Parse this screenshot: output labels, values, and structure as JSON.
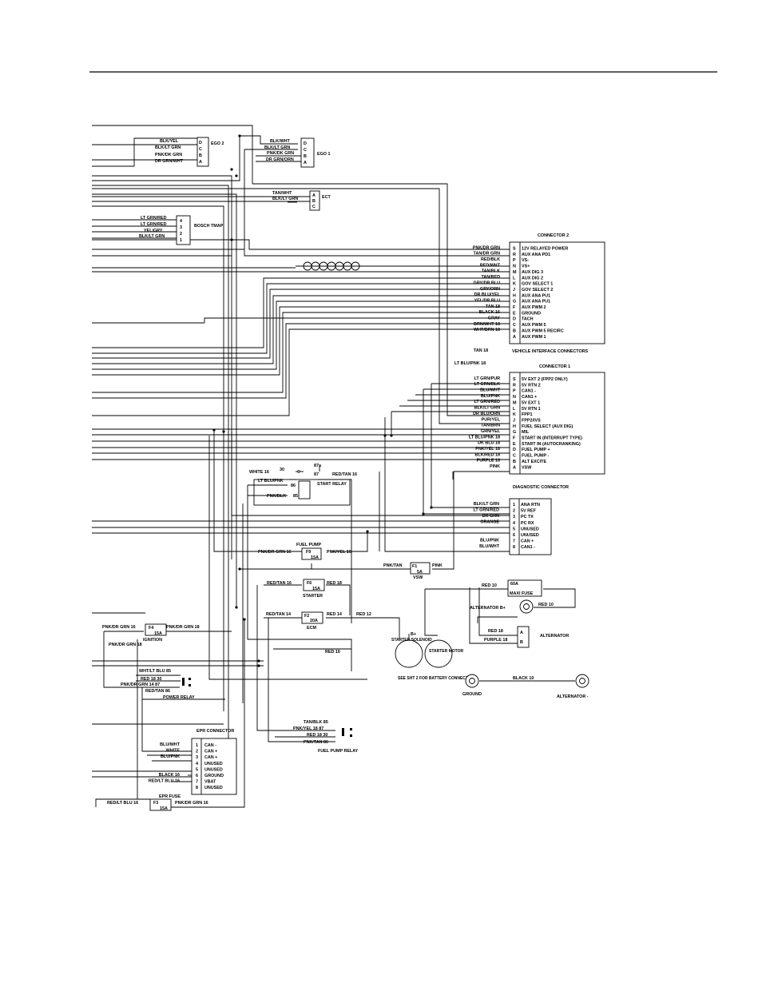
{
  "ego2": {
    "pins": [
      "D",
      "C",
      "B",
      "A"
    ],
    "wires": [
      "BLK/YEL",
      "BLK/LT GRN",
      "PNK/DK GRN",
      "DR GRN/WHT"
    ],
    "title": "EGO 2"
  },
  "ego1": {
    "pins": [
      "D",
      "C",
      "B",
      "A"
    ],
    "wires": [
      "BLK/WHT",
      "BLK/LT GRN",
      "PNK/DK GRN",
      "DR GRN/ORN"
    ],
    "title": "EGO 1"
  },
  "ect": {
    "pins": [
      "A",
      "B",
      "C"
    ],
    "wires": [
      "TAN/WHT",
      "BLK/LT GRN"
    ],
    "title": "ECT"
  },
  "tmap": {
    "pins": [
      "4",
      "3",
      "2",
      "1"
    ],
    "wires": [
      "LT GRN/RED",
      "LT GRN/RED",
      "YEL/GRY",
      "BLK/LT GRN"
    ],
    "title": "BOSCH TMAP"
  },
  "connector2": {
    "title": "CONNECTOR 2",
    "pins": [
      "S",
      "R",
      "P",
      "N",
      "M",
      "L",
      "K",
      "J",
      "H",
      "G",
      "F",
      "E",
      "D",
      "C",
      "B",
      "A"
    ],
    "names": [
      "12V RELAYED POWER",
      "AUX ANA PD1",
      "VS-",
      "VS+",
      "AUX DIG 3",
      "AUX DIG 2",
      "GOV SELECT 1",
      "GOV SELECT 2",
      "AUX ANA PU1",
      "AUX ANA PU1",
      "AUX PWM 2",
      "GROUND",
      "TACH",
      "AUX PWM 5",
      "AUX PWM 5 RECIRC",
      "AUX PWM 1"
    ],
    "wires": [
      "PNK/DR GRN",
      "TAN/DR GRN",
      "RED/BLK",
      "RED/WHT",
      "TAN/BLK",
      "TAN/RED",
      "GRY/DR BLU",
      "GRY/ORN",
      "DR BLU/YEL",
      "YEL/DR BLU",
      "TAN 18",
      "BLACK 16",
      "GRAY",
      "BRN/WHT 18",
      "WHT/BRN 18",
      ""
    ],
    "footer": "VEHICLE INTERFACE CONNECTORS",
    "tan18": "TAN 18",
    "ltblu": "LT BLU/PNK 18"
  },
  "connector1": {
    "title": "CONNECTOR 1",
    "pins": [
      "S",
      "R",
      "P",
      "N",
      "M",
      "L",
      "K",
      "J",
      "H",
      "G",
      "F",
      "E",
      "D",
      "C",
      "B",
      "A"
    ],
    "names": [
      "5V EXT 2 (FPP2 ONLY)",
      "5V RTN 2",
      "CAN1 -",
      "CAN1 +",
      "5V EXT 1",
      "5V RTN 1",
      "FPP1",
      "FPP2/IVS",
      "FUEL SELECT (AUX DIG)",
      "MIL",
      "START IN (INTERRUPT TYPE)",
      "START IN (AUTOCRANKING)",
      "FUEL PUMP +",
      "FUEL PUMP -",
      "ALT EXCITE",
      "VSW"
    ],
    "wires": [
      "LT GRN/PUR",
      "LT GRN/BLK",
      "BLU/WHT",
      "BLU/PNK",
      "LT GRN/RED",
      "BLK/LT GRN",
      "DR BLU/ORN",
      "PUR/YEL",
      "TAN/BRN",
      "GRN/YEL",
      "LT BLU/PNK 18",
      "DK BLU 18",
      "PNK/YEL 18",
      "BLK/RED 18",
      "PURPLE 18",
      "PINK"
    ]
  },
  "diag": {
    "title": "DIAGNOSTIC CONNECTOR",
    "pins": [
      "1",
      "2",
      "3",
      "4",
      "5",
      "6",
      "7",
      "8"
    ],
    "names": [
      "ANA RTN",
      "5V REF",
      "PC TX",
      "PC RX",
      "UNUSED",
      "UNUSED",
      "CAN +",
      "CAN1 -"
    ],
    "wires": [
      "BLK/LT GRN",
      "LT GRN/RED",
      "DR GRN",
      "ORANGE",
      "",
      "",
      "BLU/PNK",
      "BLU/WHT"
    ]
  },
  "epr": {
    "title": "EPR CONNECTOR",
    "pins": [
      "1",
      "2",
      "3",
      "4",
      "5",
      "6",
      "7",
      "8"
    ],
    "names": [
      "CAN -",
      "CAN +",
      "CAN +",
      "UNUSED",
      "UNUSED",
      "GROUND",
      "VBAT",
      "UNUSED"
    ],
    "wires": [
      "BLU/WHT",
      "WHITE",
      "BLU/PNK",
      "",
      "",
      "BLACK 16",
      "RED/LT BLU 16",
      ""
    ]
  },
  "start_relay": {
    "title": "START RELAY",
    "p87a": "87a",
    "p87": "87",
    "p30": "30",
    "p86": "86",
    "p85": "85",
    "white16": "WHITE 16",
    "redtan": "RED/TAN 16",
    "ltblu": "LT BLU/PNK",
    "pnkblk": "PNK/BLK"
  },
  "fuses": {
    "f9": {
      "id": "F9",
      "amp": "15A",
      "title": "FUEL PUMP",
      "l": "PNK/DR GRN 16",
      "r": "PNK/YEL 16"
    },
    "f1": {
      "id": "F1",
      "amp": "5A",
      "title": "VSW",
      "l": "PNK/TAN",
      "r": "PINK"
    },
    "f6": {
      "id": "F6",
      "amp": "15A",
      "title": "STARTER",
      "l": "RED/TAN 16",
      "r": "RED 18"
    },
    "f2": {
      "id": "F2",
      "amp": "20A",
      "title": "ECM",
      "l": "RED/TAN 14",
      "r": "RED 14",
      "r2": "RED 12"
    },
    "f4": {
      "id": "F4",
      "amp": "15A",
      "title": "IGNITION",
      "l": "PNK/DR GRN 16",
      "r": "PNK/DR GRN 18"
    },
    "f3": {
      "id": "F3",
      "amp": "15A",
      "title": "EPR FUSE",
      "l": "RED/LT BLU 16",
      "r": "PNK/DR GRN 16"
    }
  },
  "power_relay": {
    "title": "POWER RELAY",
    "l1": "WHT/LT BLU  85",
    "l2": "RED 18  30",
    "l3": "PNK/DR GRN 14  87",
    "l4": "RED/TAN  86",
    "pnk": "PNK/DR GRN 18"
  },
  "fuel_relay": {
    "title": "FUEL PUMP RELAY",
    "l1": "TAN/BLK  85",
    "l2": "PNK/YEL 18  87",
    "l3": "RED 18  30",
    "l4": "PNK/TAN  86"
  },
  "maxi": {
    "amp": "60A",
    "title": "MAXI FUSE",
    "red10": "RED 10"
  },
  "alternator": {
    "bplus": "ALTERNATOR B+",
    "red10": "RED 10",
    "title": "ALTERNATOR",
    "red18": "RED 18",
    "purple": "PURPLE 18",
    "pa": "A",
    "pb": "B"
  },
  "starter": {
    "b": "B+",
    "sol": "STARTER SOLENOID",
    "motor": "STARTER MOTOR",
    "note": "SEE SHT 2 FOR BATTERY CONNECTION",
    "red16": "RED 16"
  },
  "ground": {
    "title": "GROUND",
    "black10": "BLACK 10",
    "altminus": "ALTERNATOR -"
  }
}
